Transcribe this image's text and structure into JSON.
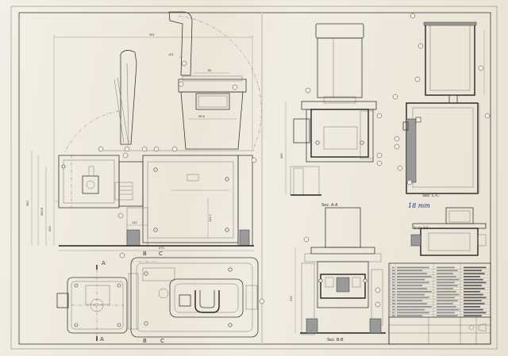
{
  "sheet": {
    "section_labels": {
      "aa": "Sez. A-A",
      "bb": "Sez. B-B",
      "cc": "Sez. C-C",
      "scale": "Scala 1:2"
    },
    "cut_letters": {
      "a": "A",
      "b": "B",
      "c": "C"
    },
    "handwritten_note": "18 mm",
    "dimensions": {
      "top_overall": "561",
      "left_height": "580",
      "left_inner": "450.8",
      "left_mid": "420",
      "cup_width": "65",
      "top_small": "101",
      "inner_width": "99.6",
      "side_height": "115.7",
      "bottom_length": "575",
      "bottom_small": "140",
      "tray_height": "235",
      "aa_height": "460"
    },
    "colors": {
      "paper": "#efe9dd",
      "ink": "#333333",
      "pen": "#1d2f7a"
    }
  }
}
